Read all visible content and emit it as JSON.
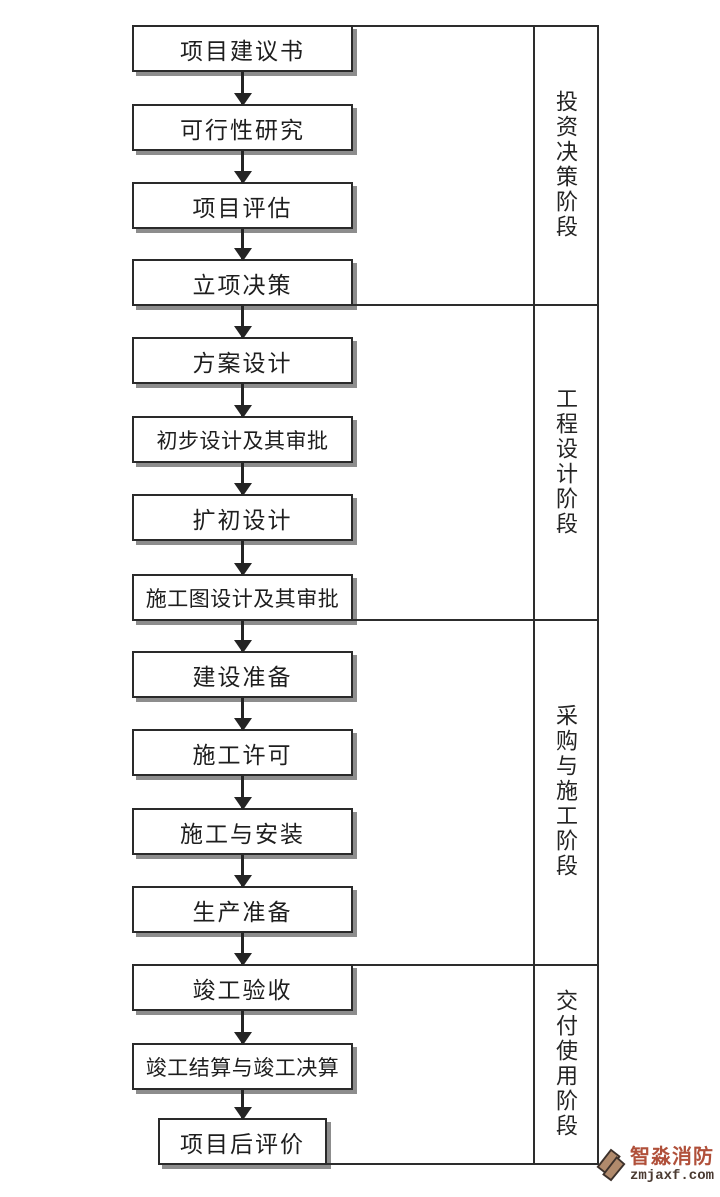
{
  "flow": {
    "steps": [
      {
        "label": "项目建议书"
      },
      {
        "label": "可行性研究"
      },
      {
        "label": "项目评估"
      },
      {
        "label": "立项决策"
      },
      {
        "label": "方案设计"
      },
      {
        "label": "初步设计及其审批"
      },
      {
        "label": "扩初设计"
      },
      {
        "label": "施工图设计及其审批"
      },
      {
        "label": "建设准备"
      },
      {
        "label": "施工许可"
      },
      {
        "label": "施工与安装"
      },
      {
        "label": "生产准备"
      },
      {
        "label": "竣工验收"
      },
      {
        "label": "竣工结算与竣工决算"
      },
      {
        "label": "项目后评价"
      }
    ],
    "phases": [
      {
        "label": "投资决策阶段"
      },
      {
        "label": "工程设计阶段"
      },
      {
        "label": "采购与施工阶段"
      },
      {
        "label": "交付使用阶段"
      }
    ]
  },
  "watermark": {
    "brand": "智淼消防",
    "domain": "zmjaxf.com"
  },
  "colors": {
    "line": "#2d2d2d",
    "box_border": "#2a2a2a",
    "box_shadow": "#8d8d8d",
    "brand_text": "#b0503a",
    "domain_text": "#4a3a31",
    "logo_fill": "#b08a6c"
  }
}
